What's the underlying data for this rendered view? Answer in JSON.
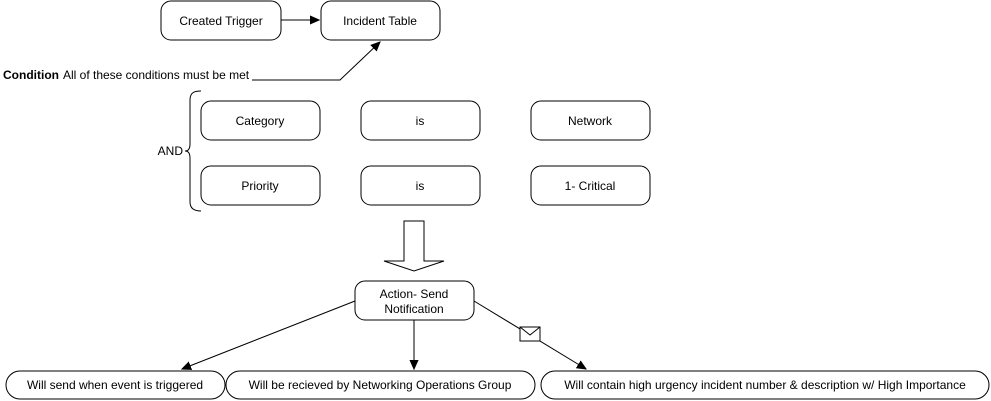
{
  "trigger": {
    "created_trigger": "Created Trigger",
    "incident_table": "Incident Table"
  },
  "condition": {
    "label": "Condition",
    "text": "All of these conditions must be met",
    "and_label": "AND",
    "rows": [
      {
        "field": "Category",
        "operator": "is",
        "value": "Network"
      },
      {
        "field": "Priority",
        "operator": "is",
        "value": "1- Critical"
      }
    ]
  },
  "action": {
    "line1": "Action- Send",
    "line2": "Notification"
  },
  "outcomes": [
    "Will send when event is triggered",
    "Will be recieved by Networking Operations Group",
    "Will contain high urgency incident number & description w/ High Importance"
  ],
  "icons": {
    "message": "envelope-icon"
  }
}
